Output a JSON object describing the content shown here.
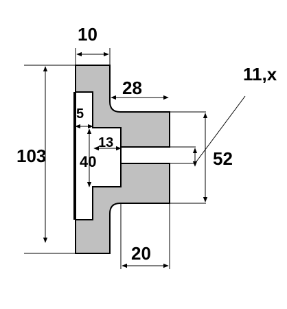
{
  "colors": {
    "part_fill": "#c0c0c0",
    "part_stroke": "#000000",
    "background": "#ffffff",
    "line": "#000000"
  },
  "dimensions": {
    "top_width": "10",
    "flange_offset": "28",
    "callout": "11,x",
    "wall": "5",
    "bore_depth": "13",
    "inner_height": "40",
    "overall_height": "103",
    "outer_height": "52",
    "bottom_width": "20"
  }
}
